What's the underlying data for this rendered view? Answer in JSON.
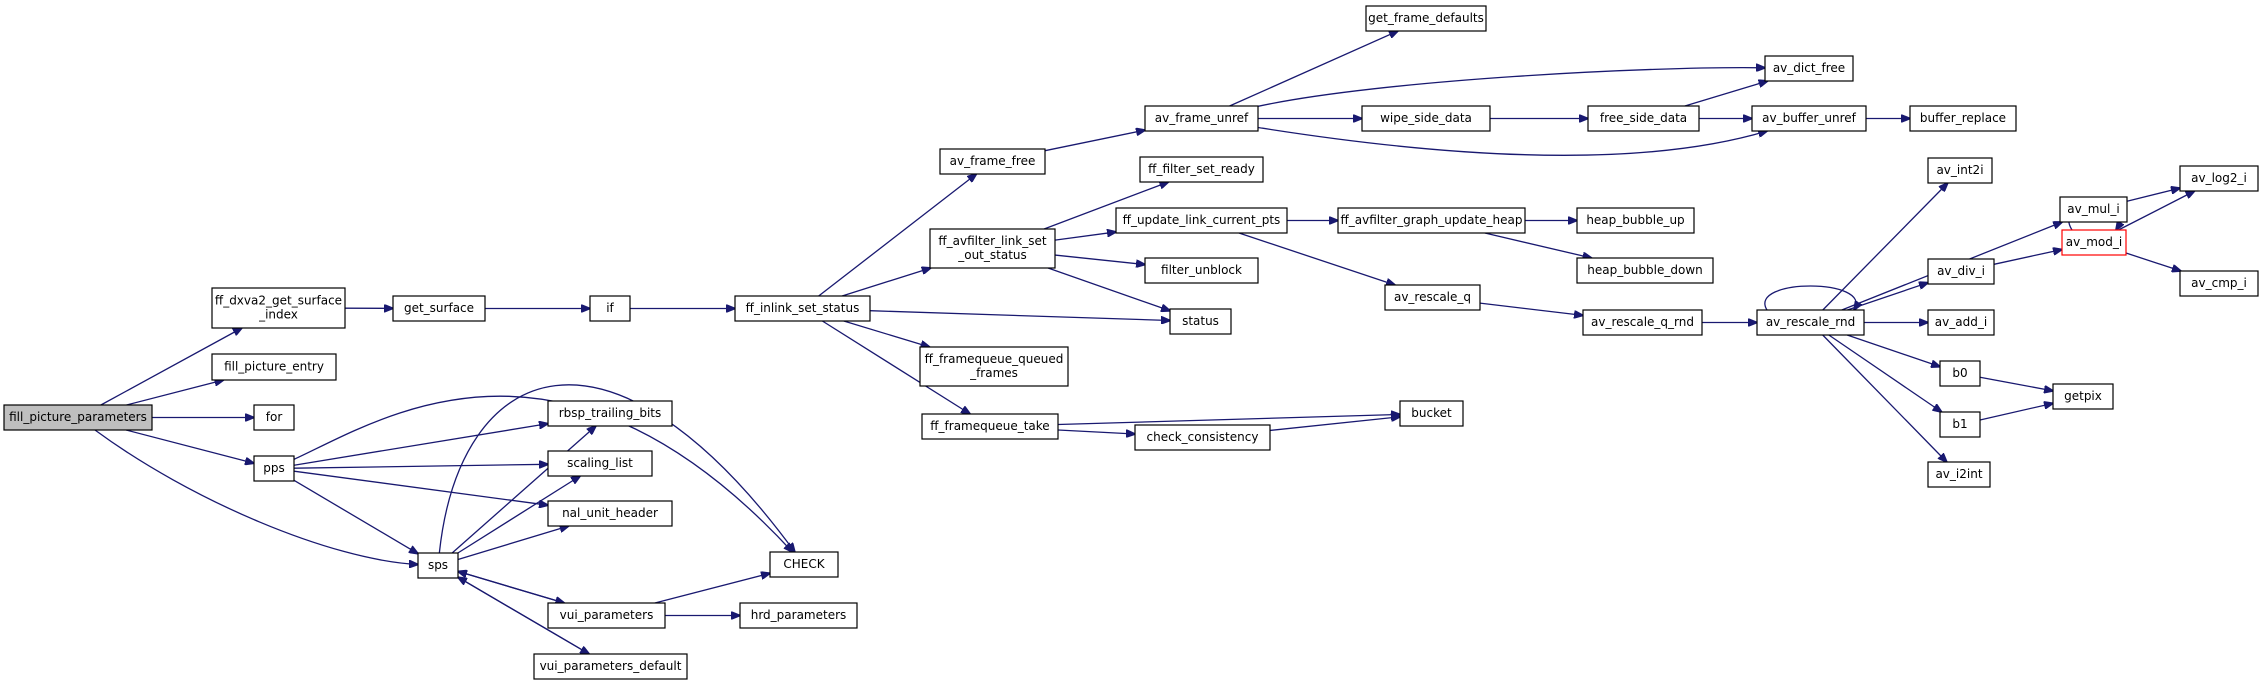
{
  "graph": {
    "nodes": [
      {
        "id": "fill_picture_parameters",
        "label": [
          "fill_picture_parameters"
        ],
        "root": true
      },
      {
        "id": "ff_dxva2_get_surface_index",
        "label": [
          "ff_dxva2_get_surface",
          "_index"
        ]
      },
      {
        "id": "fill_picture_entry",
        "label": [
          "fill_picture_entry"
        ]
      },
      {
        "id": "for",
        "label": [
          "for"
        ]
      },
      {
        "id": "pps",
        "label": [
          "pps"
        ]
      },
      {
        "id": "sps",
        "label": [
          "sps"
        ]
      },
      {
        "id": "get_surface",
        "label": [
          "get_surface"
        ]
      },
      {
        "id": "if",
        "label": [
          "if"
        ]
      },
      {
        "id": "ff_inlink_set_status",
        "label": [
          "ff_inlink_set_status"
        ]
      },
      {
        "id": "av_frame_free",
        "label": [
          "av_frame_free"
        ]
      },
      {
        "id": "ff_avfilter_link_set_out_status",
        "label": [
          "ff_avfilter_link_set",
          "_out_status"
        ]
      },
      {
        "id": "ff_framequeue_queued_frames",
        "label": [
          "ff_framequeue_queued",
          "_frames"
        ]
      },
      {
        "id": "ff_framequeue_take",
        "label": [
          "ff_framequeue_take"
        ]
      },
      {
        "id": "status",
        "label": [
          "status"
        ]
      },
      {
        "id": "av_frame_unref",
        "label": [
          "av_frame_unref"
        ]
      },
      {
        "id": "get_frame_defaults",
        "label": [
          "get_frame_defaults"
        ]
      },
      {
        "id": "av_dict_free",
        "label": [
          "av_dict_free"
        ]
      },
      {
        "id": "wipe_side_data",
        "label": [
          "wipe_side_data"
        ]
      },
      {
        "id": "free_side_data",
        "label": [
          "free_side_data"
        ]
      },
      {
        "id": "av_buffer_unref",
        "label": [
          "av_buffer_unref"
        ]
      },
      {
        "id": "buffer_replace",
        "label": [
          "buffer_replace"
        ]
      },
      {
        "id": "ff_filter_set_ready",
        "label": [
          "ff_filter_set_ready"
        ]
      },
      {
        "id": "ff_update_link_current_pts",
        "label": [
          "ff_update_link_current_pts"
        ]
      },
      {
        "id": "filter_unblock",
        "label": [
          "filter_unblock"
        ]
      },
      {
        "id": "ff_avfilter_graph_update_heap",
        "label": [
          "ff_avfilter_graph_update_heap"
        ]
      },
      {
        "id": "heap_bubble_up",
        "label": [
          "heap_bubble_up"
        ]
      },
      {
        "id": "heap_bubble_down",
        "label": [
          "heap_bubble_down"
        ]
      },
      {
        "id": "av_rescale_q",
        "label": [
          "av_rescale_q"
        ]
      },
      {
        "id": "av_rescale_q_rnd",
        "label": [
          "av_rescale_q_rnd"
        ]
      },
      {
        "id": "av_rescale_rnd",
        "label": [
          "av_rescale_rnd"
        ]
      },
      {
        "id": "av_int2i",
        "label": [
          "av_int2i"
        ]
      },
      {
        "id": "av_mul_i",
        "label": [
          "av_mul_i"
        ]
      },
      {
        "id": "av_log2_i",
        "label": [
          "av_log2_i"
        ]
      },
      {
        "id": "av_div_i",
        "label": [
          "av_div_i"
        ]
      },
      {
        "id": "av_mod_i",
        "label": [
          "av_mod_i"
        ],
        "red": true
      },
      {
        "id": "av_cmp_i",
        "label": [
          "av_cmp_i"
        ]
      },
      {
        "id": "av_add_i",
        "label": [
          "av_add_i"
        ]
      },
      {
        "id": "b0",
        "label": [
          "b0"
        ]
      },
      {
        "id": "b1",
        "label": [
          "b1"
        ]
      },
      {
        "id": "getpix",
        "label": [
          "getpix"
        ]
      },
      {
        "id": "av_i2int",
        "label": [
          "av_i2int"
        ]
      },
      {
        "id": "check_consistency",
        "label": [
          "check_consistency"
        ]
      },
      {
        "id": "bucket",
        "label": [
          "bucket"
        ]
      },
      {
        "id": "rbsp_trailing_bits",
        "label": [
          "rbsp_trailing_bits"
        ]
      },
      {
        "id": "scaling_list",
        "label": [
          "scaling_list"
        ]
      },
      {
        "id": "nal_unit_header",
        "label": [
          "nal_unit_header"
        ]
      },
      {
        "id": "CHECK",
        "label": [
          "CHECK"
        ]
      },
      {
        "id": "vui_parameters",
        "label": [
          "vui_parameters"
        ]
      },
      {
        "id": "hrd_parameters",
        "label": [
          "hrd_parameters"
        ]
      },
      {
        "id": "vui_parameters_default",
        "label": [
          "vui_parameters_default"
        ]
      }
    ],
    "edges": [
      [
        "fill_picture_parameters",
        "ff_dxva2_get_surface_index"
      ],
      [
        "fill_picture_parameters",
        "fill_picture_entry"
      ],
      [
        "fill_picture_parameters",
        "for"
      ],
      [
        "fill_picture_parameters",
        "pps"
      ],
      [
        "fill_picture_parameters",
        "sps"
      ],
      [
        "ff_dxva2_get_surface_index",
        "get_surface"
      ],
      [
        "get_surface",
        "if"
      ],
      [
        "if",
        "ff_inlink_set_status"
      ],
      [
        "ff_inlink_set_status",
        "av_frame_free"
      ],
      [
        "ff_inlink_set_status",
        "ff_avfilter_link_set_out_status"
      ],
      [
        "ff_inlink_set_status",
        "ff_framequeue_queued_frames"
      ],
      [
        "ff_inlink_set_status",
        "ff_framequeue_take"
      ],
      [
        "ff_inlink_set_status",
        "status"
      ],
      [
        "av_frame_free",
        "av_frame_unref"
      ],
      [
        "av_frame_unref",
        "get_frame_defaults"
      ],
      [
        "av_frame_unref",
        "av_dict_free"
      ],
      [
        "av_frame_unref",
        "wipe_side_data"
      ],
      [
        "av_frame_unref",
        "av_buffer_unref"
      ],
      [
        "wipe_side_data",
        "free_side_data"
      ],
      [
        "free_side_data",
        "av_dict_free"
      ],
      [
        "free_side_data",
        "av_buffer_unref"
      ],
      [
        "av_buffer_unref",
        "buffer_replace"
      ],
      [
        "ff_avfilter_link_set_out_status",
        "ff_filter_set_ready"
      ],
      [
        "ff_avfilter_link_set_out_status",
        "ff_update_link_current_pts"
      ],
      [
        "ff_avfilter_link_set_out_status",
        "filter_unblock"
      ],
      [
        "ff_avfilter_link_set_out_status",
        "status"
      ],
      [
        "ff_update_link_current_pts",
        "ff_avfilter_graph_update_heap"
      ],
      [
        "ff_update_link_current_pts",
        "av_rescale_q"
      ],
      [
        "ff_avfilter_graph_update_heap",
        "heap_bubble_up"
      ],
      [
        "ff_avfilter_graph_update_heap",
        "heap_bubble_down"
      ],
      [
        "av_rescale_q",
        "av_rescale_q_rnd"
      ],
      [
        "av_rescale_q_rnd",
        "av_rescale_rnd"
      ],
      [
        "av_rescale_rnd",
        "av_rescale_rnd"
      ],
      [
        "av_rescale_rnd",
        "av_int2i"
      ],
      [
        "av_rescale_rnd",
        "av_mul_i"
      ],
      [
        "av_rescale_rnd",
        "av_div_i"
      ],
      [
        "av_rescale_rnd",
        "av_add_i"
      ],
      [
        "av_rescale_rnd",
        "b0"
      ],
      [
        "av_rescale_rnd",
        "b1"
      ],
      [
        "av_rescale_rnd",
        "av_i2int"
      ],
      [
        "av_mul_i",
        "av_log2_i"
      ],
      [
        "av_div_i",
        "av_mod_i"
      ],
      [
        "av_mod_i",
        "av_mod_i"
      ],
      [
        "av_mod_i",
        "av_log2_i"
      ],
      [
        "av_mod_i",
        "av_cmp_i"
      ],
      [
        "b0",
        "getpix"
      ],
      [
        "b1",
        "getpix"
      ],
      [
        "ff_framequeue_take",
        "check_consistency"
      ],
      [
        "ff_framequeue_take",
        "bucket"
      ],
      [
        "check_consistency",
        "bucket"
      ],
      [
        "pps",
        "rbsp_trailing_bits"
      ],
      [
        "pps",
        "scaling_list"
      ],
      [
        "pps",
        "nal_unit_header"
      ],
      [
        "pps",
        "sps"
      ],
      [
        "pps",
        "CHECK"
      ],
      [
        "sps",
        "rbsp_trailing_bits"
      ],
      [
        "sps",
        "scaling_list"
      ],
      [
        "sps",
        "nal_unit_header"
      ],
      [
        "sps",
        "CHECK"
      ],
      [
        "sps",
        "vui_parameters"
      ],
      [
        "sps",
        "vui_parameters_default"
      ],
      [
        "vui_parameters",
        "sps"
      ],
      [
        "vui_parameters",
        "CHECK"
      ],
      [
        "vui_parameters",
        "hrd_parameters"
      ],
      [
        "vui_parameters_default",
        "sps"
      ]
    ]
  },
  "colors": {
    "edge": "#191970",
    "node_border": "#000000",
    "node_fill": "#ffffff",
    "root_fill": "#bfbfbf",
    "highlight_border": "#ff0000"
  }
}
